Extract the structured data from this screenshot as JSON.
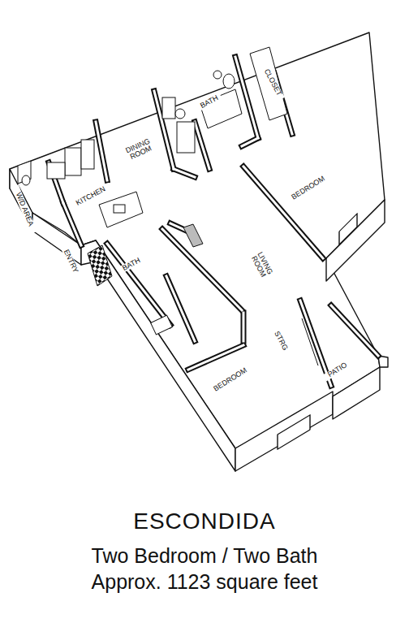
{
  "diagram": {
    "title": "ESCONDIDA",
    "labels": [
      "W/D AREA",
      "KITCHEN",
      "DINING ROOM",
      "ENTRY",
      "BATH",
      "BATH",
      "CLOSET",
      "BEDROOM",
      "LIVING ROOM",
      "BEDROOM",
      "STRG",
      "PATIO",
      "Two Bedroom / Two Bath",
      "Approx. 1123 square feet"
    ]
  }
}
